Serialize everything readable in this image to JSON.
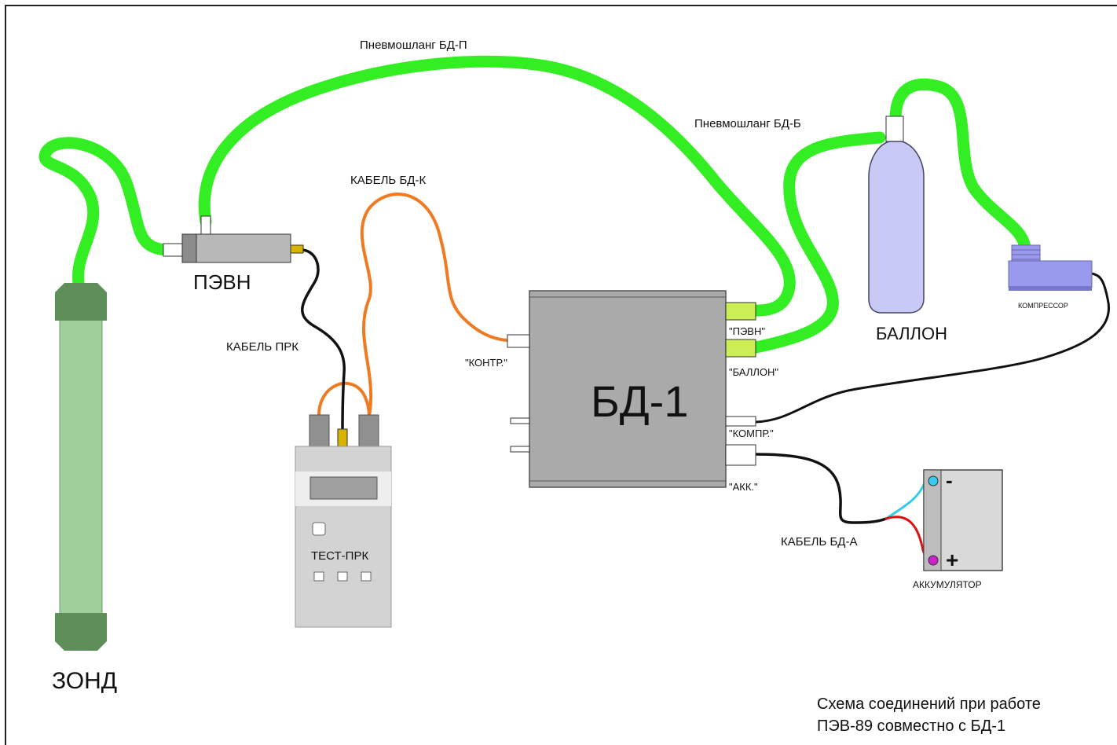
{
  "labels": {
    "hose_bdp": "Пневмошланг БД-П",
    "hose_bdb": "Пневмошланг БД-Б",
    "cable_bdk": "КАБЕЛЬ БД-К",
    "cable_prk": "КАБЕЛЬ ПРК",
    "cable_bda": "КАБЕЛЬ БД-А",
    "pevn": "ПЭВН",
    "zond": "ЗОНД",
    "ballon": "БАЛЛОН",
    "compressor": "КОМПРЕССОР",
    "accumulator": "АККУМУЛЯТОР",
    "bd1": "БД-1",
    "test_prk": "ТЕСТ-ПРК",
    "port_kontr": "\"КОНТР.\"",
    "port_pevn": "\"ПЭВН\"",
    "port_ballon": "\"БАЛЛОН\"",
    "port_kompr": "\"КОМПР.\"",
    "port_akk": "\"АКК.\"",
    "minus": "-",
    "plus": "+",
    "caption_line1": "Схема соединений при работе",
    "caption_line2": "ПЭВ-89 совместно с БД-1"
  },
  "colors": {
    "hose": "#33ee22",
    "orange_cable": "#f07a22",
    "black_cable": "#111111",
    "cyan_wire": "#33ccee",
    "red_wire": "#dd1111",
    "probe_body": "#9fcf9a",
    "probe_cap": "#5e8f5a",
    "bd1_body": "#aaaaaa",
    "ballon": "#c9c9f5",
    "compressor": "#9999ee",
    "port_green": "#ccee55"
  }
}
